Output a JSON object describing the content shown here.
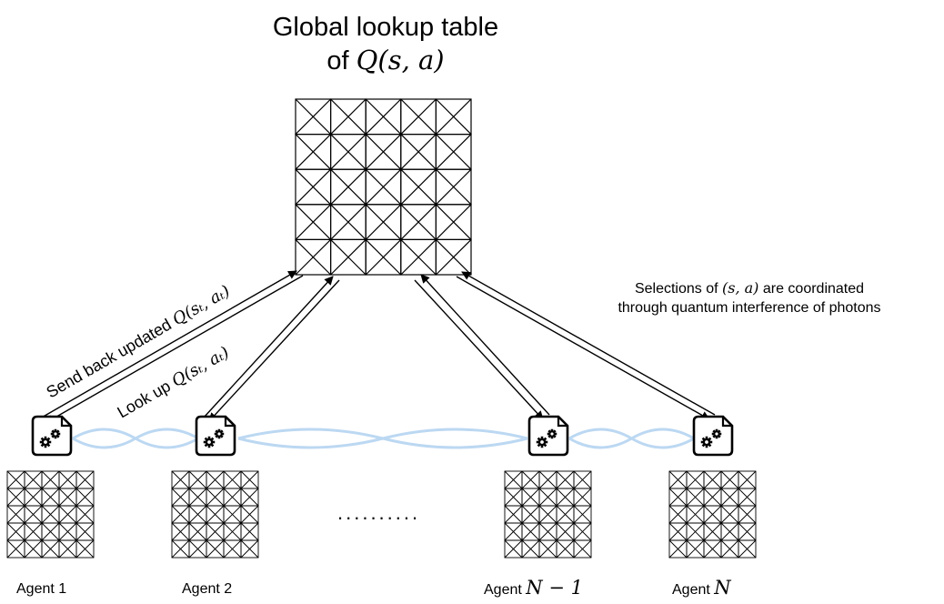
{
  "title": {
    "line1": "Global lookup table",
    "line2_prefix": "of ",
    "line2_math": "Q(s, a)"
  },
  "arrow_labels": {
    "send_back_prefix": "Send back updated ",
    "send_back_math": "Q(sₜ, aₜ)",
    "look_up_prefix": "Look up ",
    "look_up_math": "Q(sₜ, aₜ)"
  },
  "note": {
    "line1_prefix": "Selections of ",
    "line1_math": "(s, a)",
    "line1_suffix": " are coordinated",
    "line2": "through quantum interference of photons"
  },
  "ellipsis": "..........",
  "agents": [
    {
      "prefix": "Agent 1",
      "math": ""
    },
    {
      "prefix": "Agent 2",
      "math": ""
    },
    {
      "prefix": "Agent ",
      "math": "N − 1"
    },
    {
      "prefix": "Agent ",
      "math": "N"
    }
  ],
  "colors": {
    "entanglement": "#bcd8f2",
    "stroke": "#000000"
  },
  "icons": {
    "agent_icon": "gear-file-icon"
  }
}
